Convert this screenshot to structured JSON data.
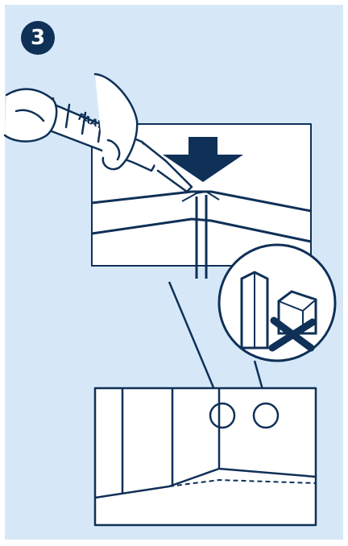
{
  "step": {
    "number": "3"
  },
  "gun_label": "FAAY Sell",
  "colors": {
    "panel_background": "#d6e8f8",
    "ink": "#0f3057",
    "badge_text": "#ffffff",
    "paper": "#ffffff"
  },
  "icons": [
    "step-number-badge",
    "caulking-gun-illustration",
    "down-arrow-icon",
    "forbidden-cross-icon"
  ]
}
